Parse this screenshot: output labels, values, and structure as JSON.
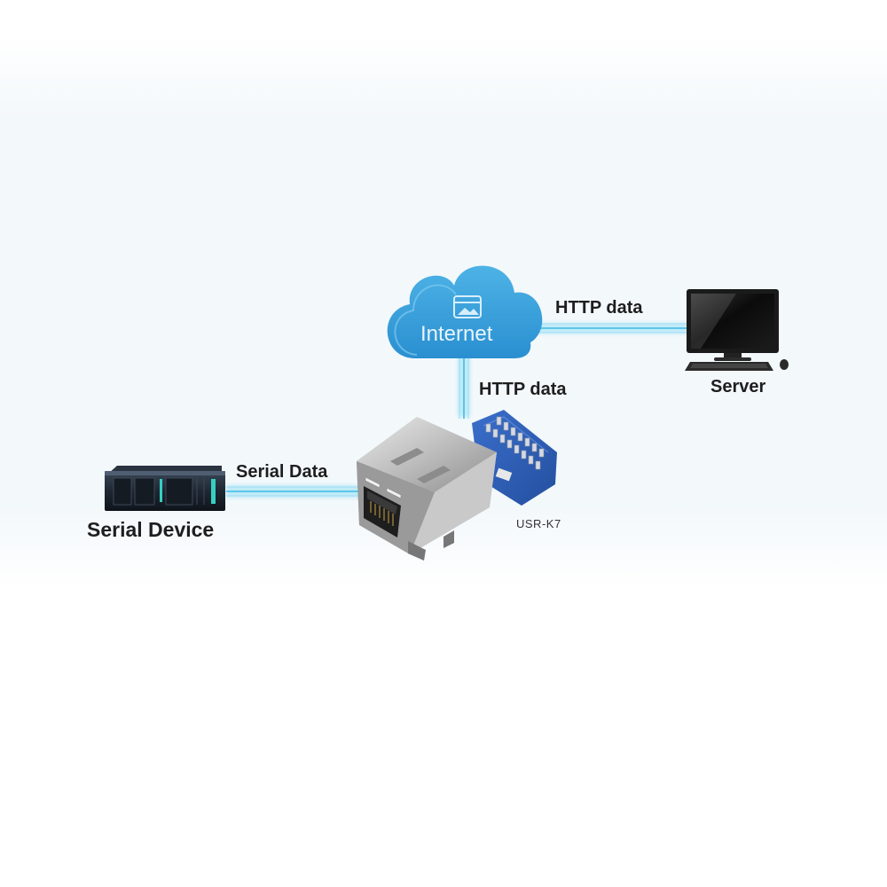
{
  "diagram": {
    "cloud_label": "Internet",
    "links": {
      "cloud_to_server": "HTTP data",
      "module_to_cloud": "HTTP data",
      "device_to_module": "Serial Data"
    },
    "nodes": {
      "server": "Server",
      "serial_device": "Serial Device",
      "module": "USR-K7"
    },
    "colors": {
      "background_band": "#f3f8fb",
      "link": "#5bc6ea",
      "cloud": "#3aa6de",
      "pcb": "#2f5fb8",
      "device_accent": "#36d0c0"
    }
  }
}
